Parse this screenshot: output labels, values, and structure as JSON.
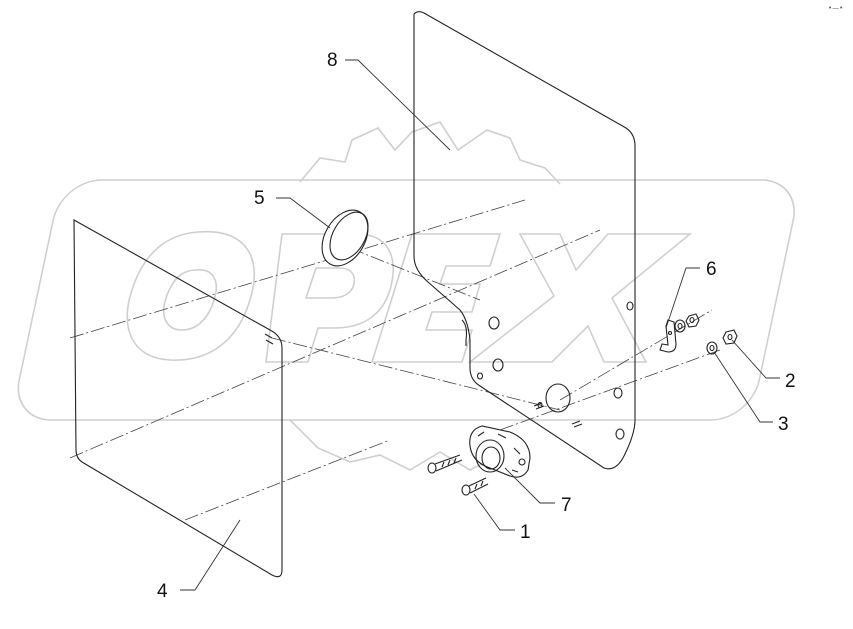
{
  "watermark": {
    "text": "OPEX"
  },
  "corner_mark": {
    "text": "•—•"
  },
  "callouts": [
    {
      "id": "1",
      "label": "1"
    },
    {
      "id": "2",
      "label": "2"
    },
    {
      "id": "3",
      "label": "3"
    },
    {
      "id": "4",
      "label": "4"
    },
    {
      "id": "5",
      "label": "5"
    },
    {
      "id": "6",
      "label": "6"
    },
    {
      "id": "7",
      "label": "7"
    },
    {
      "id": "8",
      "label": "8"
    }
  ]
}
